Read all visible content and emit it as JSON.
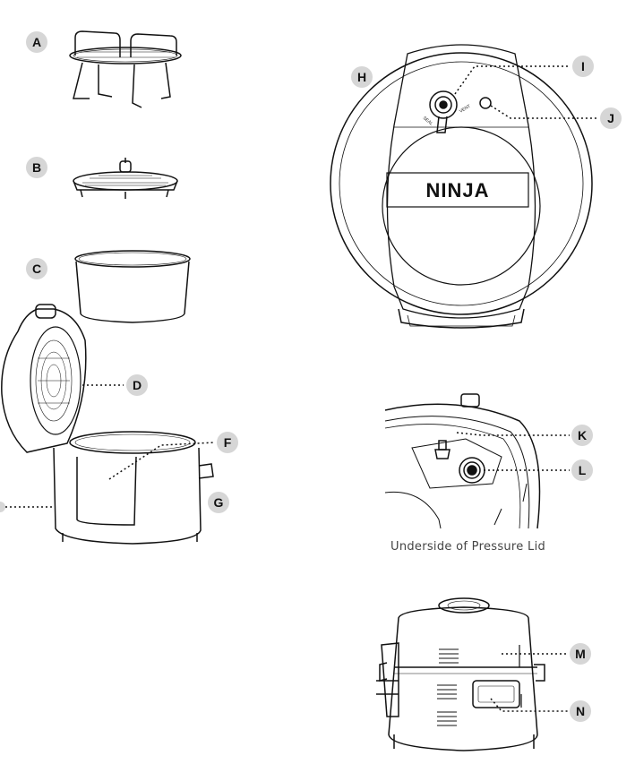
{
  "labels": {
    "A": "A",
    "B": "B",
    "C": "C",
    "D": "D",
    "F": "F",
    "G": "G",
    "H": "H",
    "I": "I",
    "J": "J",
    "K": "K",
    "L": "L",
    "M": "M",
    "N": "N"
  },
  "brand": "NINJA",
  "valve_seal_label": "SEAL",
  "valve_vent_label": "VENT",
  "caption": "Underside of Pressure Lid",
  "colors": {
    "badge_fill": "#d6d6d6",
    "line": "#111111",
    "caption": "#444444"
  }
}
